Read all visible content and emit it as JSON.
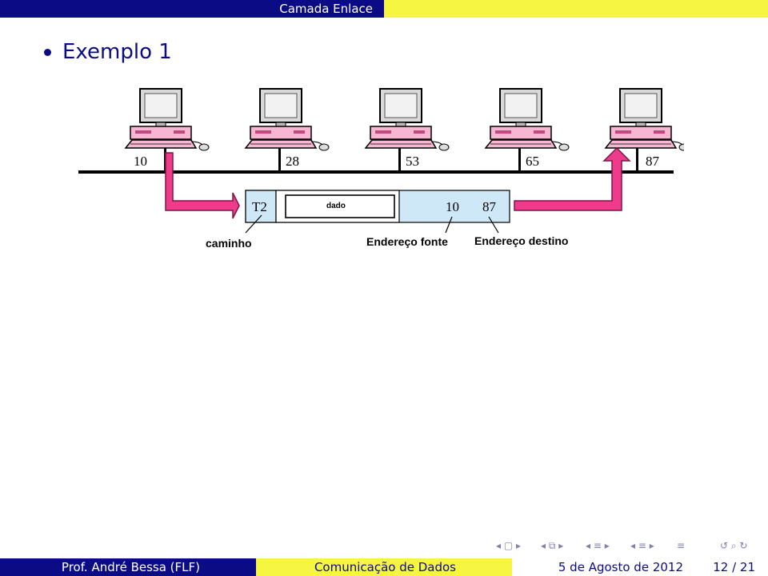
{
  "header": {
    "title": "Camada Enlace"
  },
  "slide": {
    "bullet": "Exemplo 1",
    "diagram": {
      "stations": [
        "10",
        "28",
        "53",
        "65",
        "87"
      ],
      "frame": {
        "type_field": "T2",
        "data_field": "dado",
        "source": "10",
        "destination": "87"
      },
      "labels": {
        "path": "caminho",
        "source_address": "Endereço fonte",
        "destination_address": "Endereço destino"
      }
    }
  },
  "footer": {
    "author": "Prof. André Bessa (FLF)",
    "course": "Comunicação de Dados",
    "date": "5 de Agosto de 2012",
    "page": "12 / 21"
  },
  "colors": {
    "navy": "#0b0b86",
    "yellow": "#f5f542",
    "pink": "#ee3b8c",
    "frame_blue": "#cfe8f7"
  },
  "nav_icons": [
    "nav-frame-icon",
    "nav-subsection-icon",
    "nav-section-icon",
    "nav-search-icon"
  ]
}
